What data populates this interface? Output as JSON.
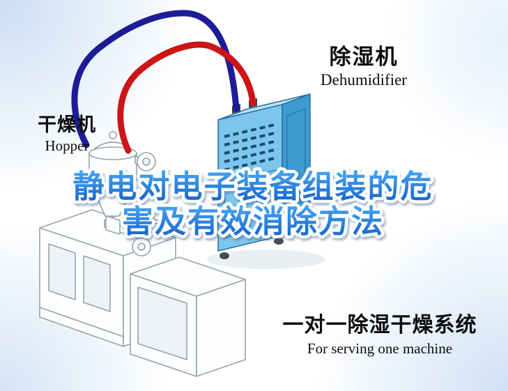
{
  "title": {
    "line1": "静电对电子装备组装的危",
    "line2": "害及有效消除方法"
  },
  "labels": {
    "dehumidifier_zh": "除湿机",
    "dehumidifier_en": "Dehumidifier",
    "hopper_zh": "干燥机",
    "hopper_en": "Hopper",
    "system_zh": "一对一除湿干燥系统",
    "system_en": "For serving one machine"
  },
  "colors": {
    "title_grad_top": "#49a8f5",
    "title_grad_bottom": "#1261c9",
    "title_outline": "#ffffff",
    "label_text": "#0d0d0d",
    "pipe_blue": "#1d1c96",
    "pipe_red": "#cd1417",
    "dehumidifier_front": "#7cc6ee",
    "dehumidifier_side": "#3d9bcf",
    "dehumidifier_top": "#bce3f7",
    "dehumidifier_outline": "#2a6d9e",
    "vent_slats": "#1e4c6b",
    "machine_line": "#97a2ad",
    "machine_fill": "#fdfefe",
    "machine_panel": "#edf2f7",
    "feet": "#454b52",
    "connector_stubs": "#3a4046"
  }
}
